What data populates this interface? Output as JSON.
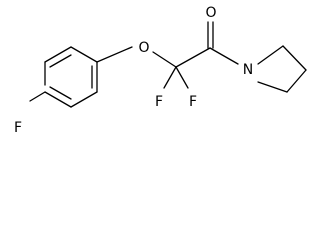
{
  "diagram": {
    "type": "chemical-structure",
    "atom_labels": {
      "fluorine_aryl": "F",
      "oxygen_ether": "O",
      "fluorine_1": "F",
      "fluorine_2": "F",
      "oxygen_carbonyl": "O",
      "nitrogen": "N"
    },
    "colors": {
      "bond": "#000000",
      "label": "#000000",
      "background": "#ffffff"
    }
  }
}
